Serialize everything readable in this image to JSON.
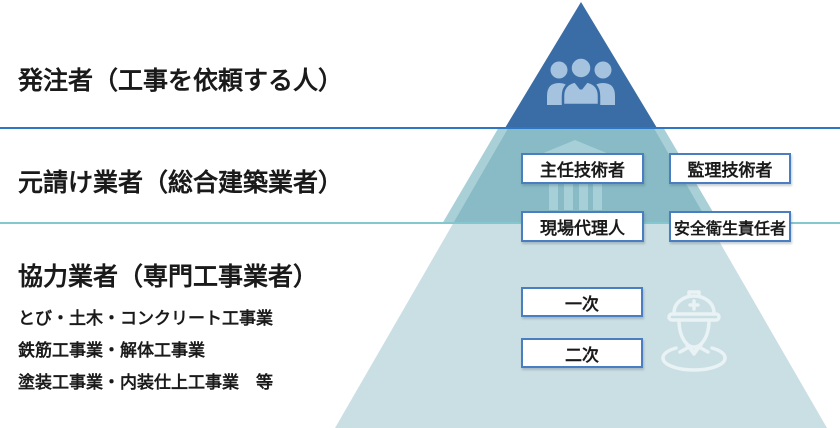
{
  "diagram": {
    "title": "construction-contract-hierarchy-pyramid",
    "tiers": [
      {
        "heading": "発注者（工事を依頼する人）"
      },
      {
        "heading": "元請け業者（総合建築業者）"
      },
      {
        "heading": "協力業者（専門工事業者）",
        "sub_lines": [
          "とび・土木・コンクリート工事業",
          "鉄筋工事業・解体工事業",
          "塗装工事業・内装仕上工事業　等"
        ]
      }
    ],
    "role_boxes": [
      {
        "label": "主任技術者"
      },
      {
        "label": "監理技術者"
      },
      {
        "label": "現場代理人"
      },
      {
        "label": "安全衛生責任者"
      },
      {
        "label": "一次"
      },
      {
        "label": "二次"
      }
    ],
    "icons": [
      {
        "name": "client-group-icon"
      },
      {
        "name": "building-icon"
      },
      {
        "name": "construction-worker-icon"
      }
    ],
    "colors": {
      "tier_top": "#3a6da6",
      "tier_middle": "#89bcc6",
      "tier_middle_edge": "#a6d0d8",
      "tier_bottom": "#cadfe4",
      "divider_top": "#2e77c5",
      "divider_bottom": "#85c7cf",
      "box_border": "#4a7ec0",
      "box_background": "#ffffff",
      "text": "#1a1a1a",
      "people_icon": "#a5c2de",
      "building_icon": "#a6cfd7",
      "worker_icon": "#e9f2f4"
    }
  }
}
